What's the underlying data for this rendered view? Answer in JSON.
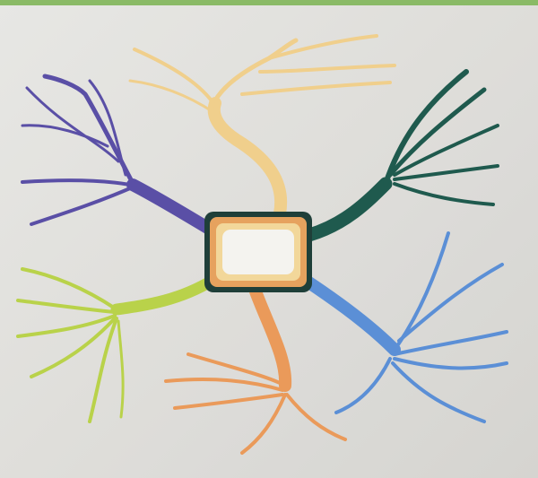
{
  "diagram": {
    "type": "mind-map",
    "central_node": {
      "label": ""
    },
    "branches": [
      {
        "id": "purple",
        "color": "#5a4fa6",
        "direction": "upper-left",
        "sub_branches": 5
      },
      {
        "id": "yellow",
        "color": "#f0cf8c",
        "direction": "top",
        "sub_branches": 6
      },
      {
        "id": "teal",
        "color": "#1f5a4e",
        "direction": "upper-right",
        "sub_branches": 5
      },
      {
        "id": "blue",
        "color": "#5b8fd6",
        "direction": "lower-right",
        "sub_branches": 6
      },
      {
        "id": "orange",
        "color": "#ea9a5a",
        "direction": "bottom",
        "sub_branches": 5
      },
      {
        "id": "lime",
        "color": "#b9d24a",
        "direction": "lower-left",
        "sub_branches": 6
      }
    ],
    "frame_colors": {
      "outer": "#1f3f39",
      "ring_1": "#e6a25e",
      "ring_2": "#f2d79a",
      "center": "#f4f3ef"
    },
    "edge_accent": "#8fc16a"
  }
}
